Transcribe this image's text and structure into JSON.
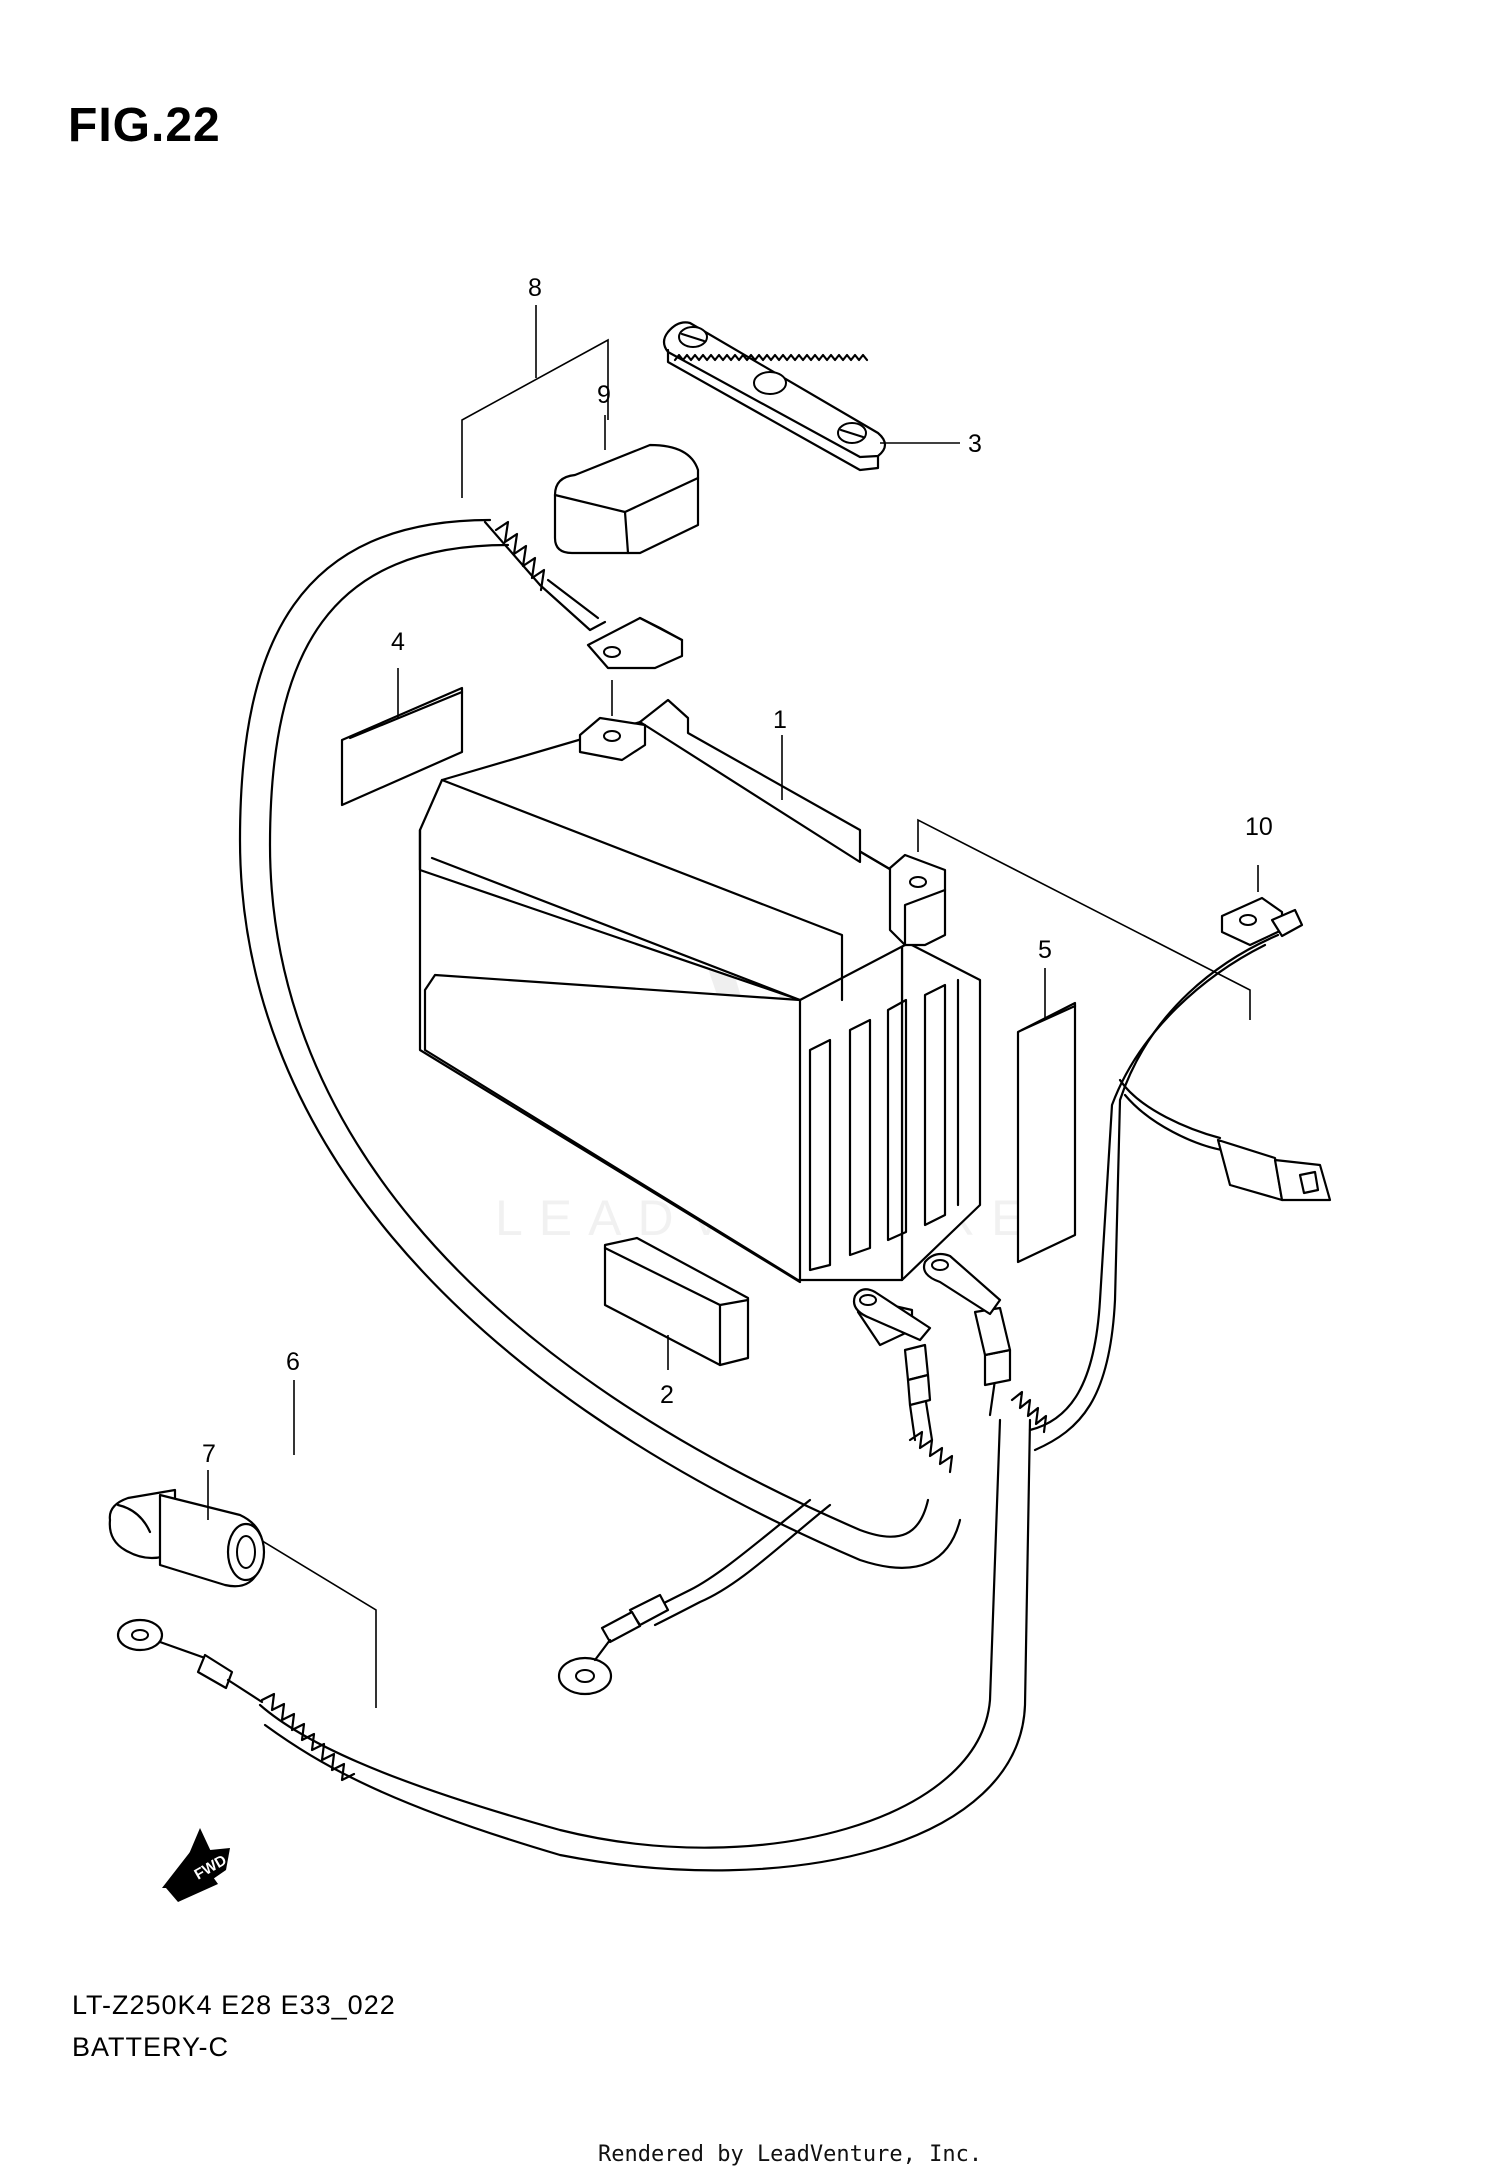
{
  "figure": {
    "title": "FIG.22",
    "model_code": "LT-Z250K4 E28 E33_022",
    "diagram_name": "BATTERY-C"
  },
  "callouts": [
    {
      "id": "1",
      "label": "1"
    },
    {
      "id": "2",
      "label": "2"
    },
    {
      "id": "3",
      "label": "3"
    },
    {
      "id": "4",
      "label": "4"
    },
    {
      "id": "5",
      "label": "5"
    },
    {
      "id": "6",
      "label": "6"
    },
    {
      "id": "7",
      "label": "7"
    },
    {
      "id": "8",
      "label": "8"
    },
    {
      "id": "9",
      "label": "9"
    },
    {
      "id": "10",
      "label": "10"
    }
  ],
  "direction_marker": {
    "label": "FWD",
    "icon": "forward-arrow-icon"
  },
  "watermark": {
    "text": "LEADVENTURE"
  },
  "footer": {
    "text": "Rendered by LeadVenture, Inc."
  }
}
